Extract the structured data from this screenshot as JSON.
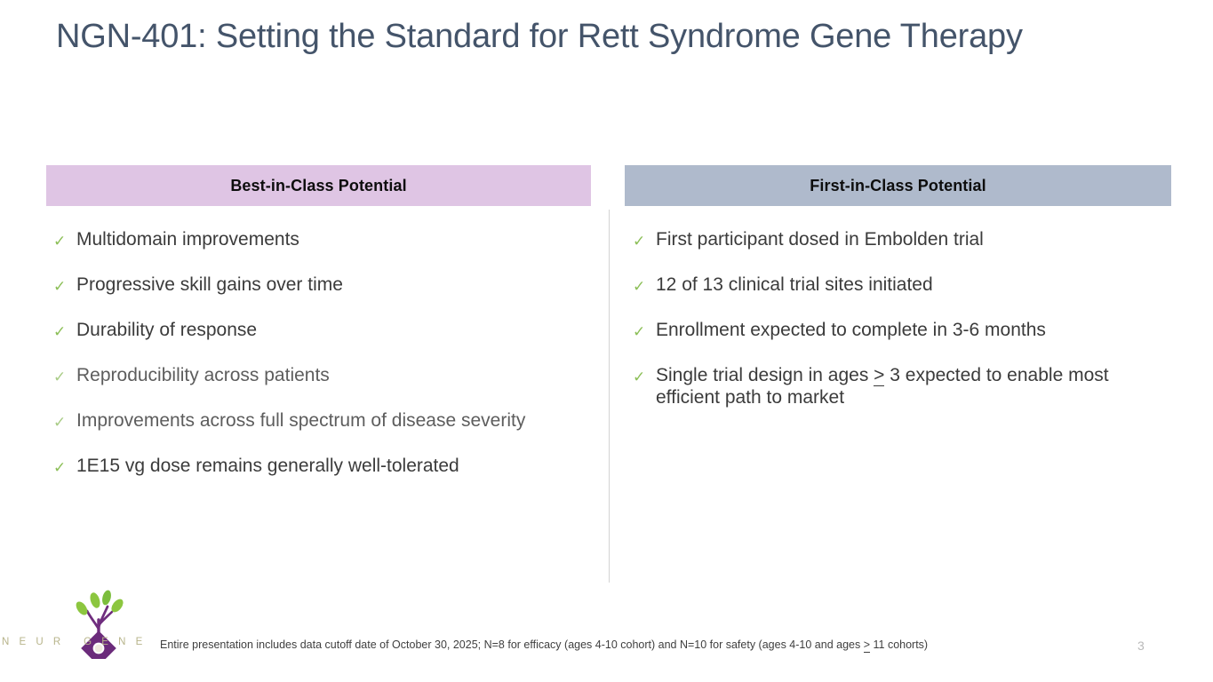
{
  "slide": {
    "title": "NGN-401: Setting the Standard for Rett Syndrome Gene Therapy",
    "page_number": "3",
    "footnote": "Entire presentation includes data cutoff date of October 30, 2025; N=8 for efficacy (ages 4-10 cohort) and N=10 for safety (ages 4-10 and ages ≥ 11 cohorts)",
    "footnote_parts": {
      "before": "Entire presentation includes data cutoff date of October 30, 2025; N=8 for efficacy (ages 4-10 cohort) and N=10 for safety (ages 4-10 and ages ",
      "gte": ">",
      "after": " 11 cohorts)"
    }
  },
  "columns": {
    "left": {
      "header": "Best-in-Class Potential",
      "header_bg": "#dfc5e4",
      "items": [
        {
          "text": "Multidomain improvements"
        },
        {
          "text": "Progressive skill gains over time"
        },
        {
          "text": "Durability of response"
        },
        {
          "text": "Reproducibility across patients"
        },
        {
          "text": "Improvements across full spectrum of disease severity"
        },
        {
          "text": "1E15 vg dose remains generally well-tolerated"
        }
      ]
    },
    "right": {
      "header": "First-in-Class Potential",
      "header_bg": "#afbacc",
      "items": [
        {
          "text": "First participant dosed in Embolden trial"
        },
        {
          "text": "12 of 13 clinical trial sites initiated"
        },
        {
          "text": "Enrollment expected to complete in 3-6 months"
        },
        {
          "text": "Single trial design in ages ≥ 3 expected to enable most efficient path to market",
          "parts": {
            "before": "Single trial design in ages ",
            "gte": ">",
            "after": " 3 expected to enable most efficient path to market"
          }
        }
      ]
    }
  },
  "icons": {
    "check": "✓"
  },
  "logo": {
    "wordmark": "N E U R O G E N E",
    "wordmark_left": "N E U R",
    "wordmark_right": "G E N E",
    "stem_color": "#6f2d7e",
    "leaf_color": "#8cc63f",
    "diamond_color": "#6b2b7b",
    "wordmark_color": "#b7b48a"
  },
  "theme": {
    "title_color": "#44546a",
    "check_color": "#8cbf57",
    "body_color": "#3b3b3b"
  }
}
